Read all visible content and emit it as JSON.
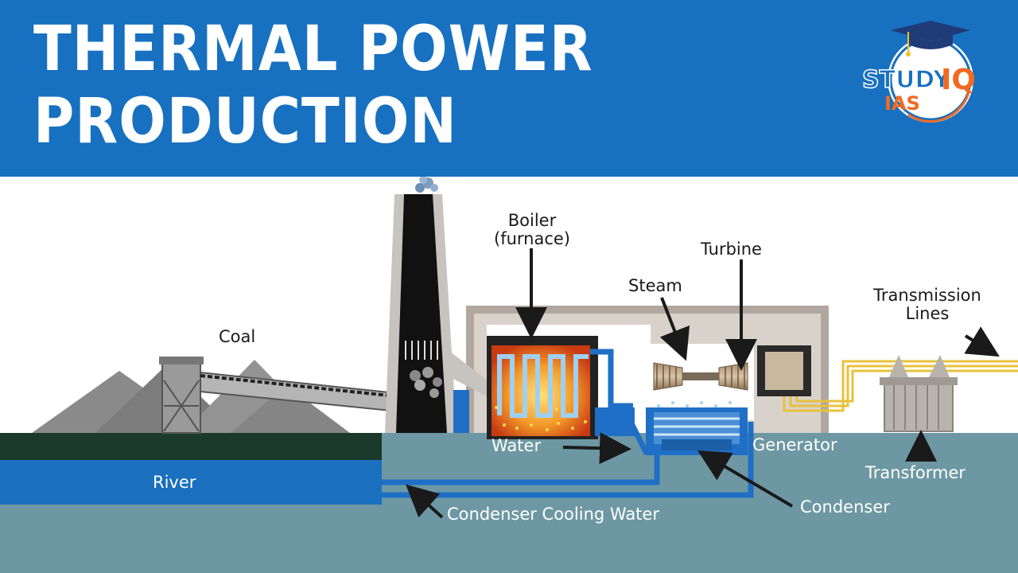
{
  "header": {
    "title_line1": "THERMAL POWER",
    "title_line2": "PRODUCTION",
    "background_color": "#1770c0"
  },
  "logo": {
    "brand_main": "STUDY",
    "brand_iq": "IQ",
    "brand_sub": "IAS",
    "colors": {
      "study": "#1770c0",
      "iq": "#f26a21",
      "ias": "#f26a21"
    },
    "icon": "graduation-cap-icon"
  },
  "diagram": {
    "labels": {
      "coal": "Coal",
      "boiler": "Boiler\n(furnace)",
      "turbine": "Turbine",
      "steam": "Steam",
      "transmission_lines": "Transmission\nLines",
      "water": "Water",
      "generator": "Generator",
      "river": "River",
      "transformer": "Transformer",
      "condenser": "Condenser",
      "condenser_cooling_water": "Condenser Cooling Water"
    },
    "colors": {
      "ground": "#6d98a3",
      "river": "#1a6fbf",
      "grass": "#1c3a2c",
      "building": "#d9d2cb",
      "furnace_fire": "#f08a1e",
      "pipe": "#1f6fc6",
      "transmission": "#e8c23a"
    }
  }
}
